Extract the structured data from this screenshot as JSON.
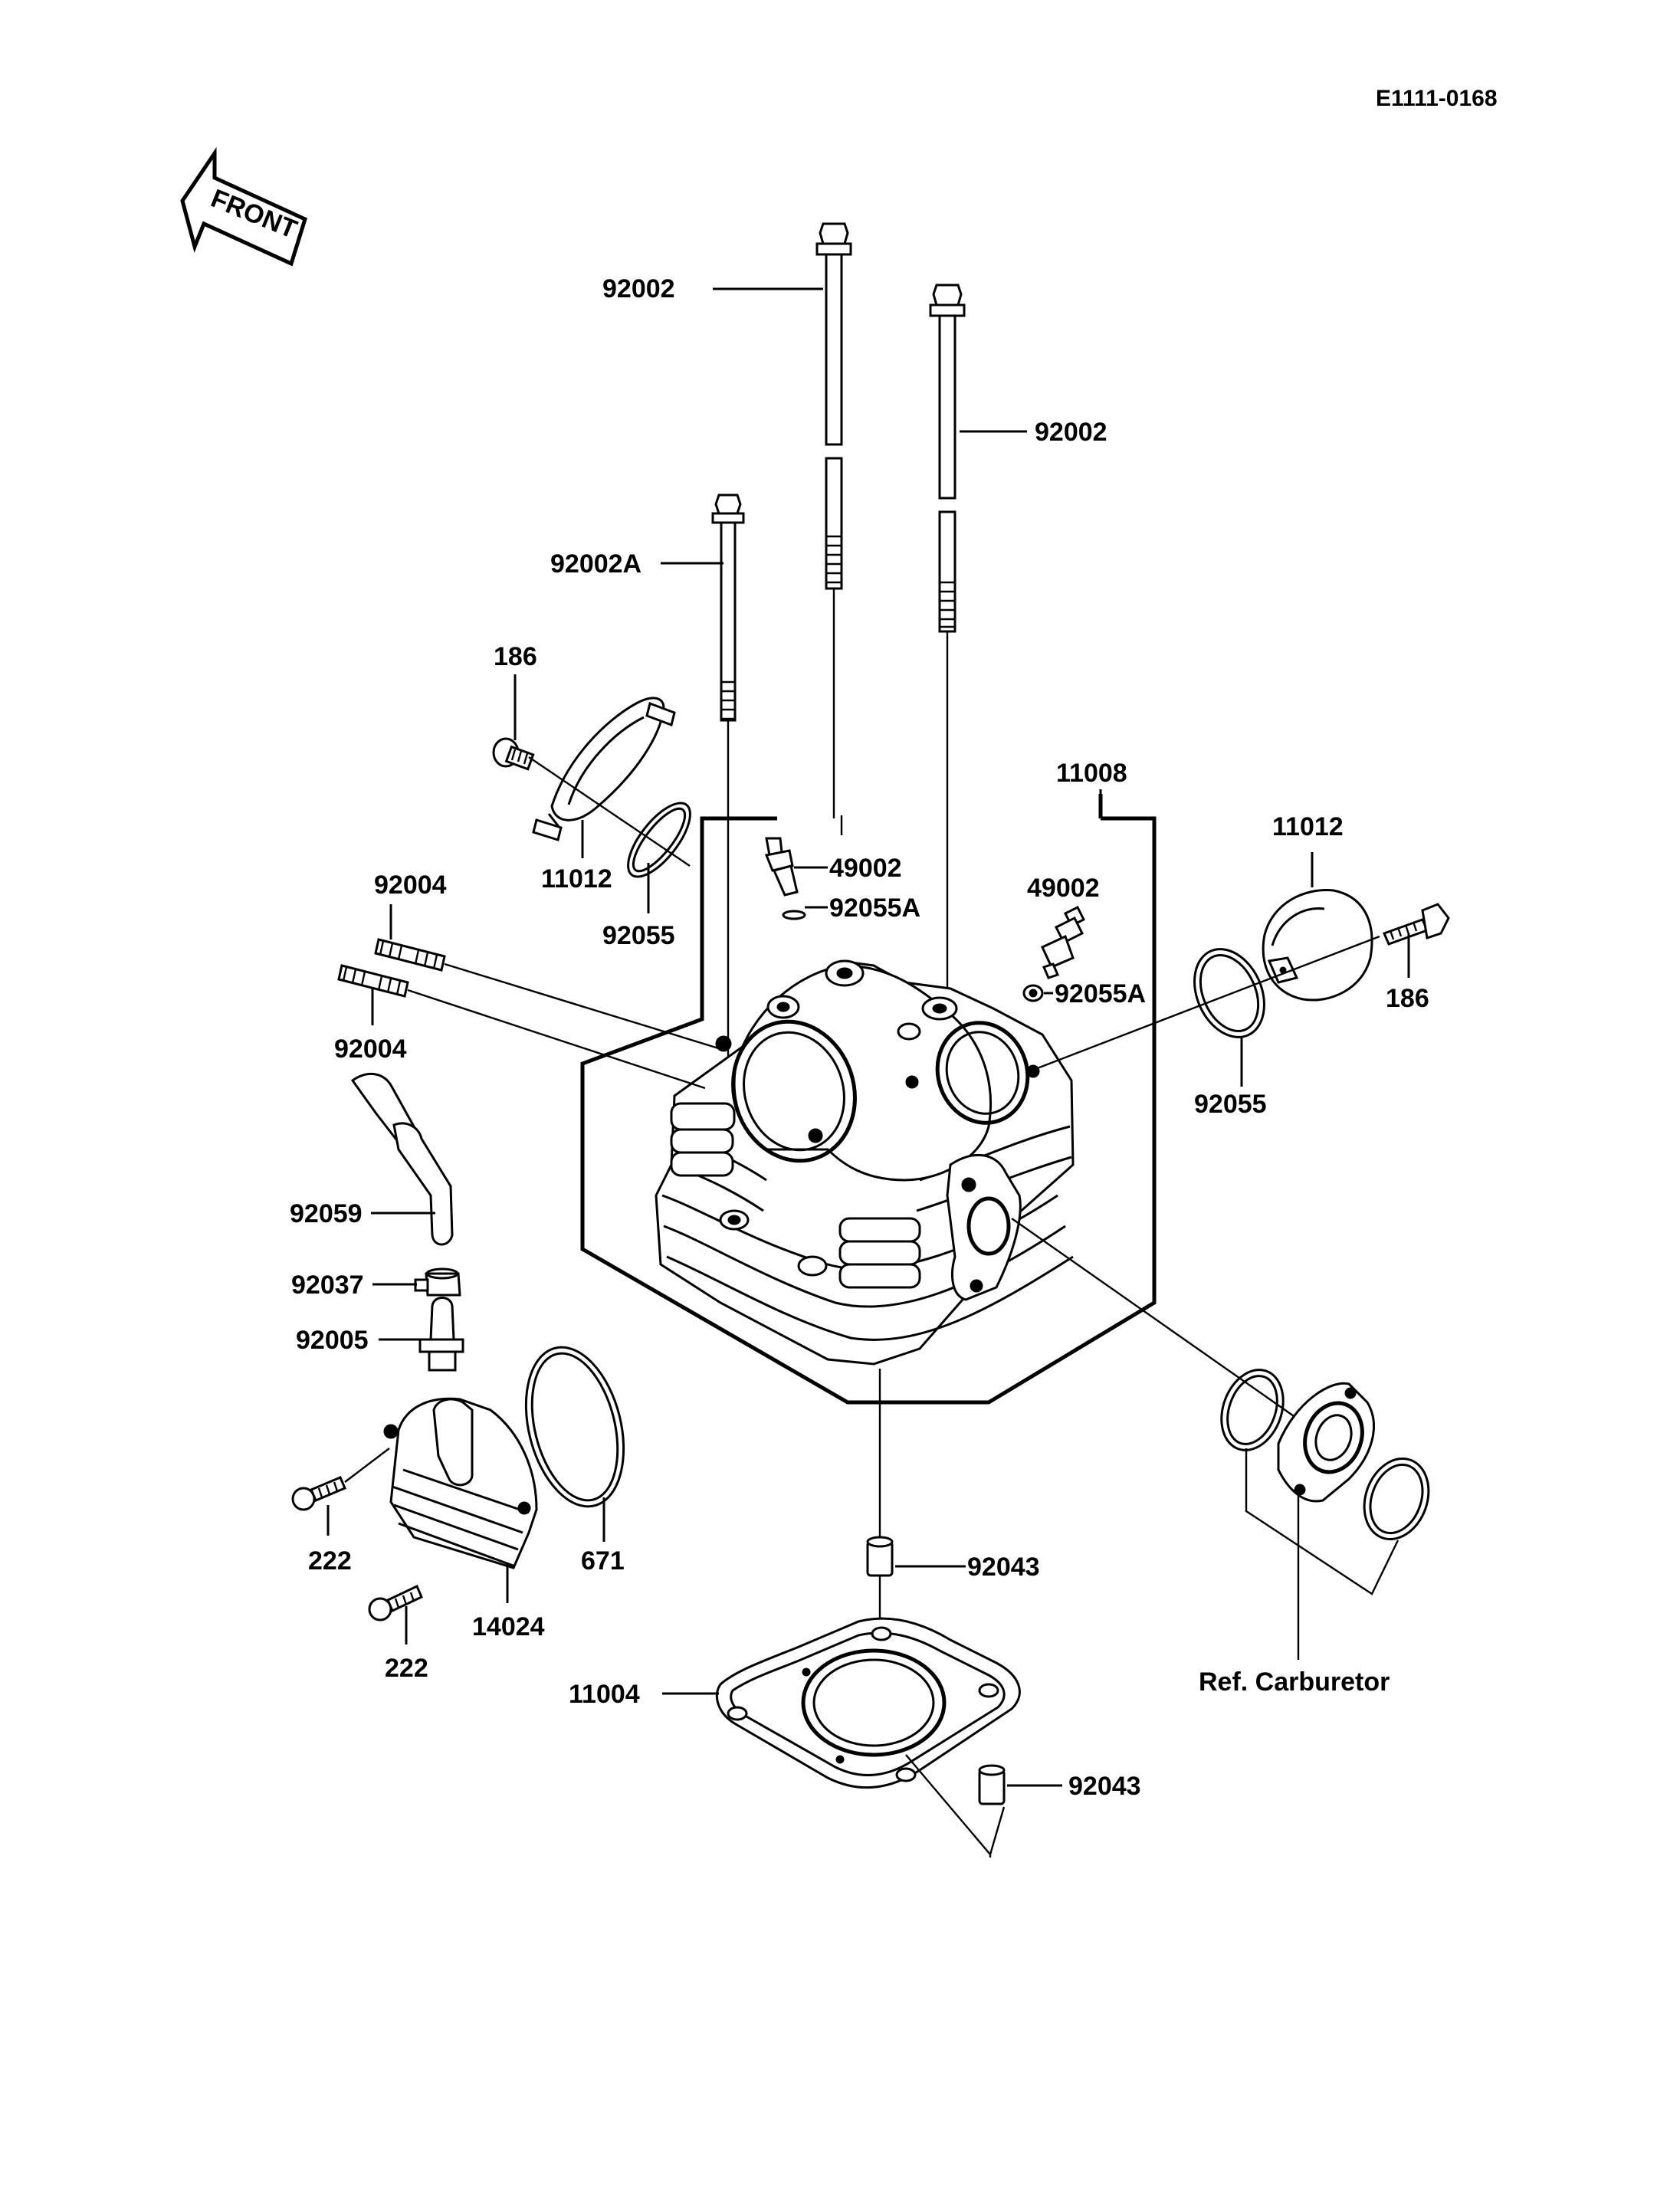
{
  "diagram_code": "E1111-0168",
  "front_arrow_text": "FRONT",
  "callouts": {
    "bolt_left": "92002",
    "bolt_right": "92002",
    "bolt_short": "92002A",
    "screw_left_top": "186",
    "head_group": "11008",
    "cap_right": "11012",
    "cap_left": "11012",
    "sensor_left": "49002",
    "washer_left": "92055A",
    "sensor_right": "49002",
    "washer_right": "92055A",
    "oring_left": "92055",
    "oring_right": "92055",
    "screw_right": "186",
    "stud_upper": "92004",
    "stud_lower": "92004",
    "hose": "92059",
    "clamp": "92037",
    "fitting": "92005",
    "cover_screw_upper": "222",
    "cover_screw_lower": "222",
    "cover": "14024",
    "gasket_ring": "671",
    "dowel_upper": "92043",
    "dowel_lower": "92043",
    "head_gasket": "11004",
    "carb_ref": "Ref. Carburetor"
  }
}
